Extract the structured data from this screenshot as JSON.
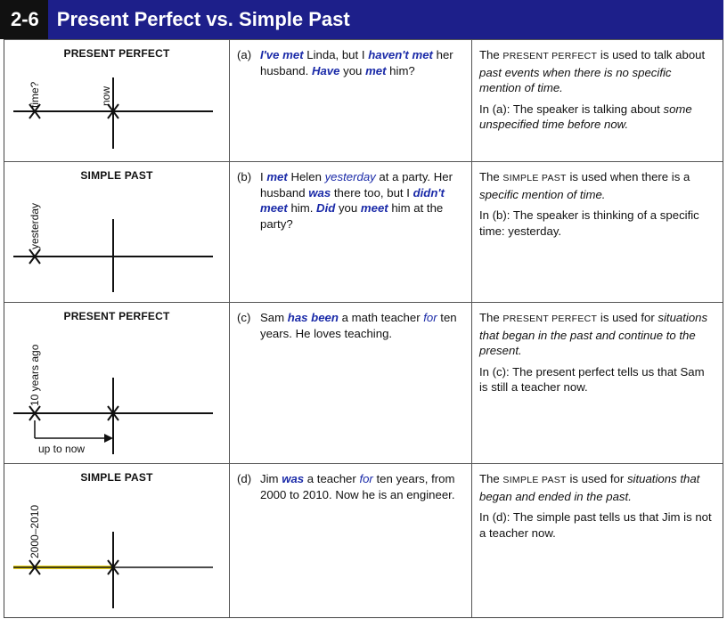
{
  "title": {
    "number": "2-6",
    "text": "Present Perfect vs. Simple Past"
  },
  "rows": [
    {
      "label": "PRESENT PERFECT",
      "timeline": {
        "marker_label": "time?",
        "now_label": "now"
      },
      "example": {
        "tag": "(a)",
        "parts": [
          {
            "t": "I've met",
            "s": "b"
          },
          {
            "t": " Linda, but I "
          },
          {
            "t": "haven't met",
            "s": "b"
          },
          {
            "t": " her husband.  "
          },
          {
            "t": "Have",
            "s": "b"
          },
          {
            "t": " you "
          },
          {
            "t": "met",
            "s": "b"
          },
          {
            "t": " him?"
          }
        ]
      },
      "description": [
        [
          {
            "t": "The "
          },
          {
            "t": "Present Perfect",
            "s": "sc"
          },
          {
            "t": " is used to talk about "
          },
          {
            "t": "past events when there is no specific mention of time.",
            "s": "i"
          }
        ],
        [
          {
            "t": "In (a):  The speaker is talking about "
          },
          {
            "t": "some unspecified time before now.",
            "s": "i"
          }
        ]
      ]
    },
    {
      "label": "SIMPLE PAST",
      "timeline": {
        "marker_label": "yesterday"
      },
      "example": {
        "tag": "(b)",
        "parts": [
          {
            "t": "I "
          },
          {
            "t": "met",
            "s": "b"
          },
          {
            "t": " Helen "
          },
          {
            "t": "yesterday",
            "s": "it"
          },
          {
            "t": " at a party.  Her husband "
          },
          {
            "t": "was",
            "s": "b"
          },
          {
            "t": " there too, but I "
          },
          {
            "t": "didn't meet",
            "s": "b"
          },
          {
            "t": " him.  "
          },
          {
            "t": "Did",
            "s": "b"
          },
          {
            "t": " you "
          },
          {
            "t": "meet",
            "s": "b"
          },
          {
            "t": " him at the party?"
          }
        ]
      },
      "description": [
        [
          {
            "t": "The "
          },
          {
            "t": "Simple Past",
            "s": "sc"
          },
          {
            "t": " is used when there is a "
          },
          {
            "t": "specific mention of time.",
            "s": "i"
          }
        ],
        [
          {
            "t": "In (b):  The speaker is thinking of a specific time:  yesterday."
          }
        ]
      ]
    },
    {
      "label": "PRESENT PERFECT",
      "timeline": {
        "marker_label": "10 years ago",
        "span_label": "up to now"
      },
      "example": {
        "tag": "(c)",
        "parts": [
          {
            "t": "Sam "
          },
          {
            "t": "has been",
            "s": "b"
          },
          {
            "t": " a math teacher "
          },
          {
            "t": "for",
            "s": "it"
          },
          {
            "t": " ten years.  He loves teaching."
          }
        ]
      },
      "description": [
        [
          {
            "t": "The "
          },
          {
            "t": "Present Perfect",
            "s": "sc"
          },
          {
            "t": " is used for "
          },
          {
            "t": "situations that began in the past and continue to the present.",
            "s": "i"
          }
        ],
        [
          {
            "t": "In (c):  The present perfect tells us that Sam is still a teacher now."
          }
        ]
      ]
    },
    {
      "label": "SIMPLE PAST",
      "timeline": {
        "marker_label": "2000–2010"
      },
      "example": {
        "tag": "(d)",
        "parts": [
          {
            "t": "Jim "
          },
          {
            "t": "was",
            "s": "b"
          },
          {
            "t": " a teacher "
          },
          {
            "t": "for",
            "s": "it"
          },
          {
            "t": " ten years, from 2000 to 2010.  Now he is an engineer."
          }
        ]
      },
      "description": [
        [
          {
            "t": "The "
          },
          {
            "t": "Simple Past",
            "s": "sc"
          },
          {
            "t": " is used for "
          },
          {
            "t": "situations that began and ended in the past.",
            "s": "i"
          }
        ],
        [
          {
            "t": "In (d):  The simple past tells us that Jim is not a teacher now."
          }
        ]
      ]
    }
  ],
  "colors": {
    "title_bar": "#1d1f8a",
    "title_number_bg": "#111111",
    "emphasis": "#1a2aa8",
    "highlight_line": "#e8d21a"
  }
}
